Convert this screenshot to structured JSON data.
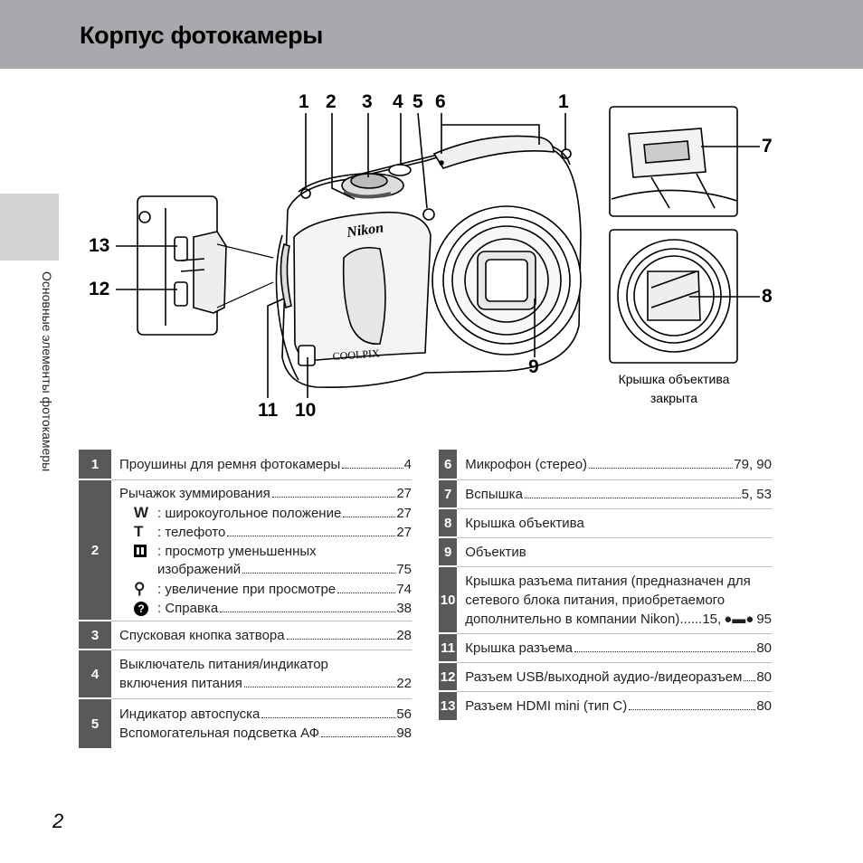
{
  "page": {
    "title": "Корпус фотокамеры",
    "side_label": "Основные элементы фотокамеры",
    "page_number": "2"
  },
  "figure": {
    "callouts": [
      "1",
      "2",
      "3",
      "4",
      "5",
      "6",
      "1",
      "7",
      "8",
      "9",
      "10",
      "11",
      "12",
      "13"
    ],
    "brand_text": "Nikon",
    "model_text": "COOLPIX",
    "caption": "Крышка объектива закрыта"
  },
  "left_table": [
    {
      "num": "1",
      "lines": [
        {
          "text": "Проушины для ремня фотокамеры",
          "page": "4"
        }
      ]
    },
    {
      "num": "2",
      "lines": [
        {
          "text": "Рычажок зуммирования",
          "page": "27"
        },
        {
          "icon": "W",
          "text": ": широкоугольное положение",
          "page": "27"
        },
        {
          "icon": "T",
          "text": ": телефото",
          "page": "27"
        },
        {
          "icon": "thumbnail-icon",
          "text": ": просмотр уменьшенных"
        },
        {
          "text": "изображений",
          "page": "75",
          "indent": true
        },
        {
          "icon": "magnify-icon",
          "text": ": увеличение при просмотре",
          "page": "74"
        },
        {
          "icon": "help-icon",
          "text": ": Справка",
          "page": "38"
        }
      ]
    },
    {
      "num": "3",
      "lines": [
        {
          "text": "Спусковая кнопка затвора",
          "page": "28"
        }
      ]
    },
    {
      "num": "4",
      "lines": [
        {
          "text": "Выключатель питания/индикатор"
        },
        {
          "text": "включения питания",
          "page": "22"
        }
      ]
    },
    {
      "num": "5",
      "lines": [
        {
          "text": "Индикатор автоспуска",
          "page": "56"
        },
        {
          "text": "Вспомогательная подсветка АФ",
          "page": "98"
        }
      ]
    }
  ],
  "right_table": [
    {
      "num": "6",
      "lines": [
        {
          "text": "Микрофон (стерео)",
          "page": "79, 90"
        }
      ]
    },
    {
      "num": "7",
      "lines": [
        {
          "text": "Вспышка",
          "page": "5, 53"
        }
      ]
    },
    {
      "num": "8",
      "lines": [
        {
          "text": "Крышка объектива"
        }
      ]
    },
    {
      "num": "9",
      "lines": [
        {
          "text": "Объектив"
        }
      ]
    },
    {
      "num": "10",
      "lines": [
        {
          "text": "Крышка разъема питания (предназначен для"
        },
        {
          "text": "сетевого блока питания, приобретаемого"
        },
        {
          "text": "дополнительно в компании Nikon)......15,",
          "page": "95",
          "ref_icon": "binocular-icon"
        }
      ]
    },
    {
      "num": "11",
      "lines": [
        {
          "text": "Крышка разъема",
          "page": "80"
        }
      ]
    },
    {
      "num": "12",
      "lines": [
        {
          "text": "Разъем USB/выходной аудио-/видеоразъем",
          "page": "80"
        }
      ]
    },
    {
      "num": "13",
      "lines": [
        {
          "text": "Разъем HDMI mini (тип C)",
          "page": "80"
        }
      ]
    }
  ]
}
